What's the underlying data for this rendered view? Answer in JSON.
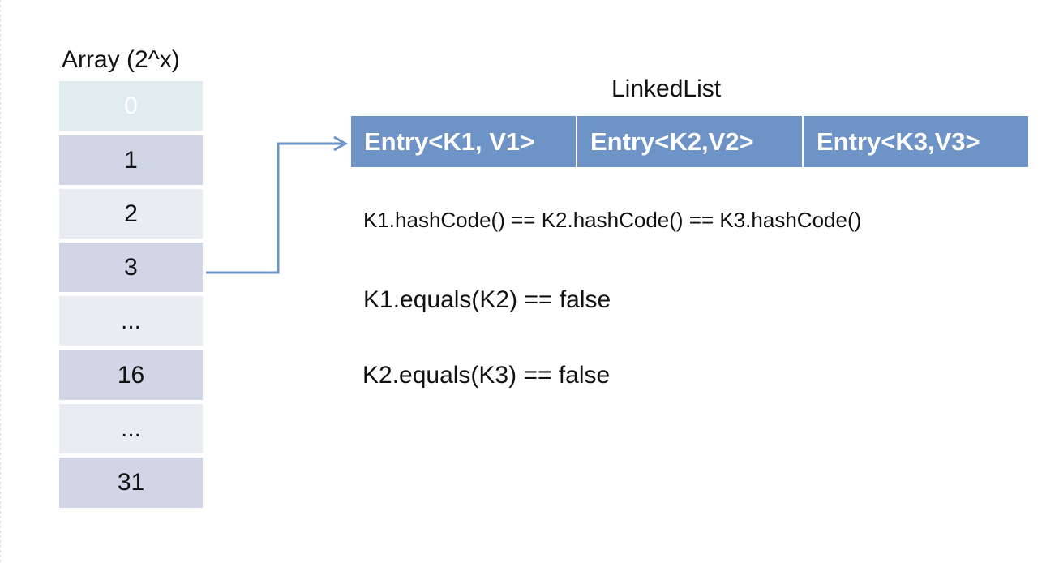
{
  "array": {
    "title": "Array (2^x)",
    "cells": [
      "0",
      "1",
      "2",
      "3",
      "...",
      "16",
      "...",
      "31"
    ]
  },
  "linked_list": {
    "title": "LinkedList",
    "entries": [
      "Entry<K1, V1>",
      "Entry<K2,V2>",
      "Entry<K3,V3>"
    ]
  },
  "notes": [
    "K1.hashCode() == K2.hashCode() == K3.hashCode()",
    "K1.equals(K2) == false",
    "K2.equals(K3) == false"
  ],
  "colors": {
    "entry_fill": "#6e93c6",
    "cell_dark": "#d0d6e5",
    "cell_light": "#e9ecf3",
    "arrow": "#6e93c6"
  }
}
